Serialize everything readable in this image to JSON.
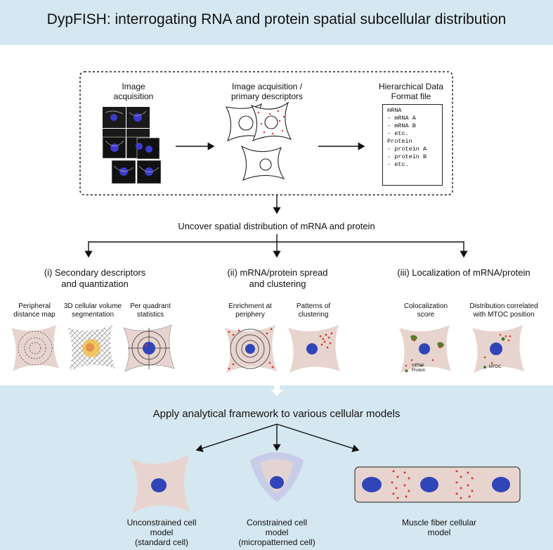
{
  "title": "DypFISH: interrogating RNA and protein spatial subcellular distribution",
  "pipeline": {
    "acquisition_label": "Image\nacquisition",
    "primary_label": "Image acquisition /\nprimary descriptors",
    "hdf_label": "Hierarchical Data\nFormat file",
    "hdf_lines": [
      "mRNA",
      "- mRNA A",
      "- mRNA B",
      "- etc.",
      "",
      "Protein",
      "- protein A",
      "- protein B",
      "- etc."
    ]
  },
  "uncover_label": "Uncover spatial distribution of mRNA and protein",
  "branches": [
    {
      "heading": "(i) Secondary descriptors\nand quantization",
      "items": [
        "Peripheral\ndistance map",
        "3D cellular volume\nsegmentation",
        "Per quadrant\nstatistics"
      ]
    },
    {
      "heading": "(ii) mRNA/protein spread\nand clustering",
      "items": [
        "Enrichment at\nperiphery",
        "Patterns of\nclustering"
      ]
    },
    {
      "heading": "(iii) Localization of mRNA/protein",
      "items": [
        "Colocalization\nscore",
        "Distribution correlated\nwith MTOC position"
      ],
      "legend_coloc": [
        "mRNA",
        "Protein"
      ],
      "legend_mtoc": "MTOC"
    }
  ],
  "apply_label": "Apply analytical framework to various cellular models",
  "models": [
    "Unconstrained cell\nmodel\n(standard cell)",
    "Constrained cell\nmodel\n(micropatterned cell)",
    "Muscle fiber cellular\nmodel"
  ],
  "colors": {
    "band": "#d5e7f0",
    "cell_fill": "#e8d4ce",
    "nucleus": "#2f45b8",
    "dot": "#d93a2b",
    "protein": "#5a7a2a"
  }
}
